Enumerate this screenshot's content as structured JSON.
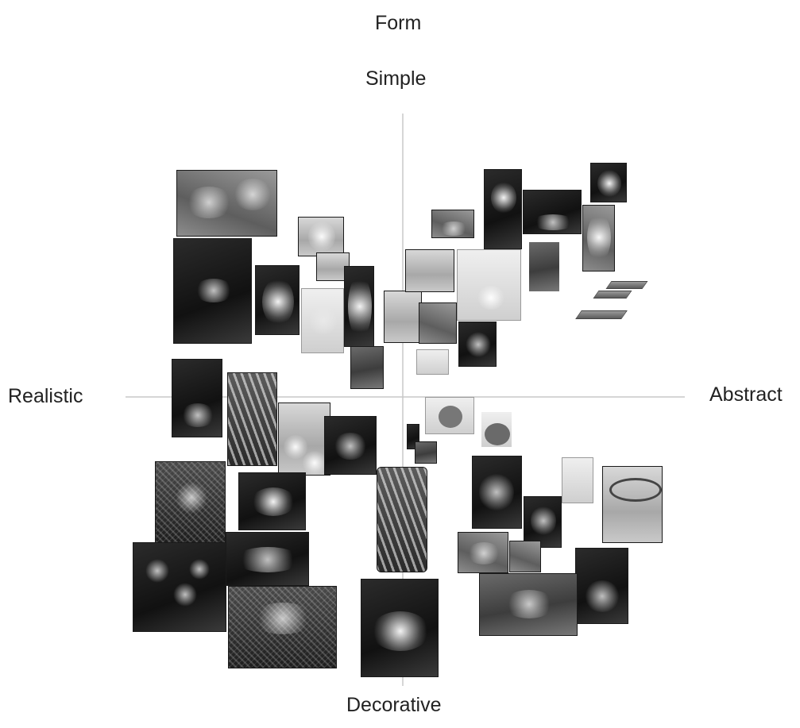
{
  "diagram": {
    "title": "Form",
    "axis_top": "Simple",
    "axis_bottom": "Decorative",
    "axis_left": "Realistic",
    "axis_right": "Abstract"
  },
  "colors": {
    "axis_line": "#c8c8c8",
    "label_text": "#222222",
    "background": "#ffffff"
  }
}
